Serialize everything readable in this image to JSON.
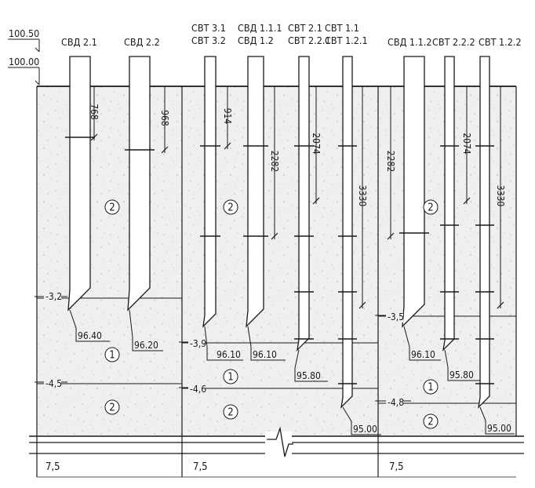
{
  "elevations": {
    "top": "100.50",
    "ground": "100.00"
  },
  "pile_labels": [
    [
      "СВД 2.1"
    ],
    [
      "СВД 2.2"
    ],
    [
      "СВТ 3.1",
      "СВТ 3.2"
    ],
    [
      "СВД 1.1.1",
      "СВД 1.2"
    ],
    [
      "СВТ 2.1",
      "СВТ 2.2.1"
    ],
    [
      "СВТ 1.1",
      "СВТ 1.2.1"
    ],
    [
      "СВД 1.1.2"
    ],
    [
      "СВТ 2.2.2"
    ],
    [
      "СВТ 1.2.2"
    ]
  ],
  "dimensions": [
    "768",
    "968",
    "914",
    "2282",
    "2074",
    "3330",
    "2282",
    "2074",
    "3330"
  ],
  "tip_elevations": [
    "96.40",
    "96.20",
    "96.10",
    "96.10",
    "95.80",
    "95.00",
    "96.10",
    "95.80",
    "95.00"
  ],
  "layer_depths": [
    "-3,2",
    "-4,5",
    "-3,9",
    "-4,6",
    "-3,5",
    "-4,8"
  ],
  "layer_numbers": [
    "2",
    "2",
    "2",
    "1",
    "2",
    "1",
    "2",
    "1",
    "2"
  ],
  "section_widths": [
    "7,5",
    "7,5",
    "7,5"
  ]
}
